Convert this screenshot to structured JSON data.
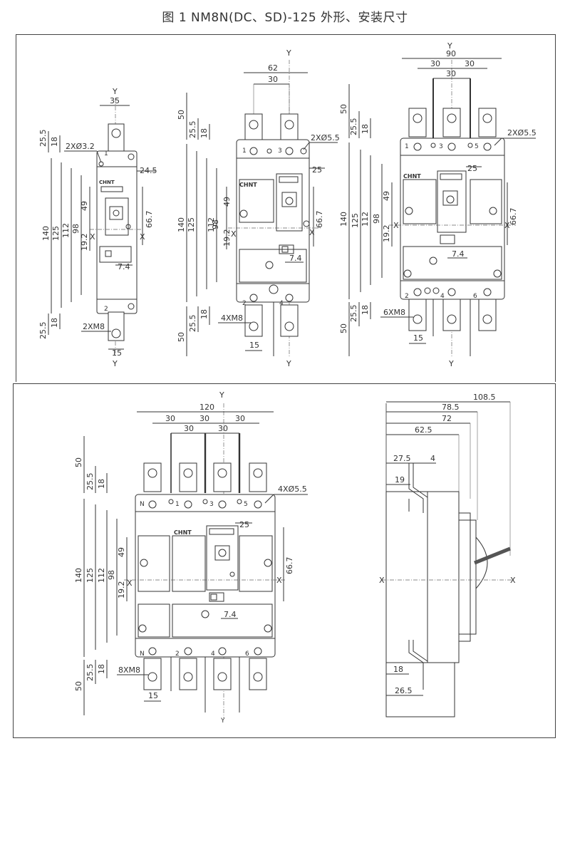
{
  "title": "图 1 NM8N(DC、SD)-125 外形、安装尺寸",
  "brand": "CHNT",
  "axis": {
    "x": "X",
    "y": "Y"
  },
  "views": [
    {
      "id": "1p",
      "dims": {
        "width": "35",
        "hole": "2XØ3.2",
        "bolt": "2XM8",
        "lug": "15",
        "top_a": "25.5",
        "top_b": "18",
        "bot_a": "25.5",
        "bot_b": "18",
        "h140": "140",
        "h125": "125",
        "h112": "112",
        "h98": "98",
        "h49": "49",
        "h19": "19.2",
        "d24": "24.5",
        "d66": "66.7",
        "d74": "7.4"
      },
      "terminals": [
        "1",
        "2"
      ]
    },
    {
      "id": "2p",
      "dims": {
        "width": "62",
        "pitch": "30",
        "hole": "2XØ5.5",
        "bolt": "4XM8",
        "lug": "15",
        "top50": "50",
        "top_a": "25.5",
        "top_b": "18",
        "bot50": "50",
        "bot_a": "25.5",
        "bot_b": "18",
        "h140": "140",
        "h125": "125",
        "h112": "112",
        "h98": "98",
        "h49": "49",
        "h19": "19.2",
        "d25": "25",
        "d66": "66.7",
        "d74": "7.4"
      },
      "terminals": [
        "1",
        "3",
        "2",
        "4"
      ]
    },
    {
      "id": "3p",
      "dims": {
        "width": "90",
        "pitch_a": "30",
        "pitch_b": "30",
        "pitch_c": "30",
        "hole": "2XØ5.5",
        "bolt": "6XM8",
        "lug": "15",
        "top50": "50",
        "top_a": "25.5",
        "top_b": "18",
        "bot50": "50",
        "bot_a": "25.5",
        "bot_b": "18",
        "h140": "140",
        "h125": "125",
        "h112": "112",
        "h98": "98",
        "h49": "49",
        "h19": "19.2",
        "d25": "25",
        "d66": "66.7",
        "d74": "7.4"
      },
      "terminals": [
        "1",
        "3",
        "5",
        "2",
        "4",
        "6"
      ]
    },
    {
      "id": "4p",
      "dims": {
        "width": "120",
        "p1": "30",
        "p2": "30",
        "p3": "30",
        "p4": "30",
        "p5": "30",
        "hole": "4XØ5.5",
        "bolt": "8XM8",
        "lug": "15",
        "top50": "50",
        "top_a": "25.5",
        "top_b": "18",
        "bot50": "50",
        "bot_a": "25.5",
        "bot_b": "18",
        "h140": "140",
        "h125": "125",
        "h112": "112",
        "h98": "98",
        "h49": "49",
        "h19": "19.2",
        "d25": "25",
        "d66": "66.7",
        "d74": "7.4"
      },
      "terminals": [
        "N",
        "1",
        "3",
        "5",
        "N",
        "2",
        "4",
        "6"
      ]
    },
    {
      "id": "side",
      "dims": {
        "d108": "108.5",
        "d78": "78.5",
        "d72": "72",
        "d62": "62.5",
        "d27": "27.5",
        "d4": "4",
        "d19": "19",
        "d18": "18",
        "d26": "26.5"
      }
    }
  ]
}
